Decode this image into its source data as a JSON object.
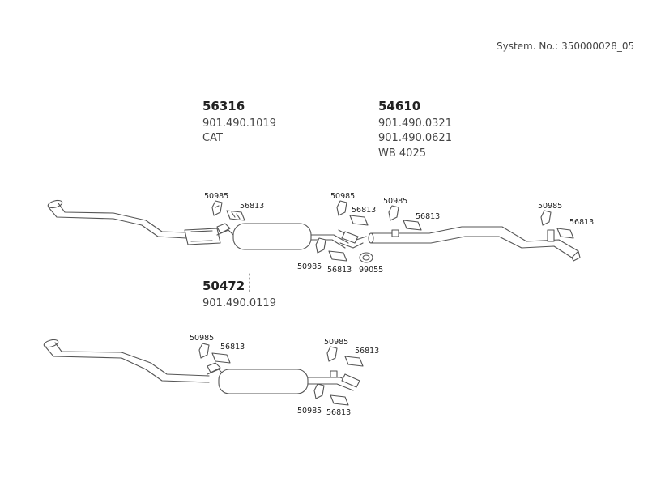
{
  "header": {
    "system_no": "System. No.: 350000028_05"
  },
  "assemblies": {
    "a1": {
      "part": "56316",
      "line1": "901.490.1019",
      "line2": "CAT"
    },
    "a2": {
      "part": "54610",
      "line1": "901.490.0321",
      "line2": "901.490.0621",
      "line3": "WB 4025"
    },
    "a3": {
      "part": "50472",
      "line1": "901.490.0119"
    }
  },
  "labels": {
    "rubber_mount": "50985",
    "bracket": "56813",
    "clamp": "99055"
  },
  "colors": {
    "line": "#555555",
    "fill": "#ffffff",
    "shade": "#333333"
  }
}
